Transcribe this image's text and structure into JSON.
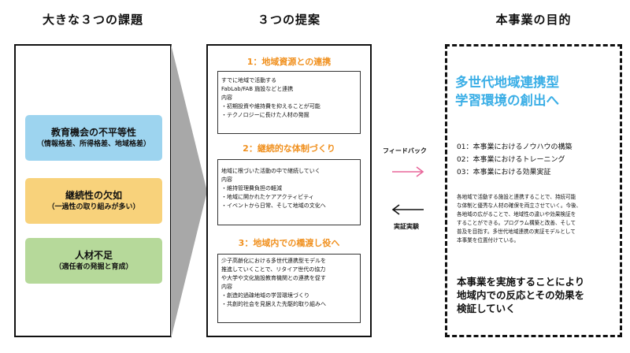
{
  "headings": {
    "issues": "大きな３つの課題",
    "proposals": "３つの提案",
    "purpose": "本事業の目的"
  },
  "issues": [
    {
      "title": "教育機会の不平等性",
      "sub": "（情報格差、所得格差、地域格差）",
      "color": "#9dd4ef"
    },
    {
      "title": "継続性の欠如",
      "sub": "（一過性の取り組みが多い）",
      "color": "#f8d27b"
    },
    {
      "title": "人材不足",
      "sub": "（適任者の発掘と育成）",
      "color": "#b6d99a"
    }
  ],
  "proposals": [
    {
      "title": "1：地域資源との連携",
      "lines": [
        "すでに地域で活動する",
        "FabLab/FAB 施設などと連携",
        "内容",
        "・初期投資や維持費を抑えることが可能",
        "・テクノロジーに長けた人材の発掘"
      ]
    },
    {
      "title": "2：継続的な体制づくり",
      "lines": [
        "地域に根づいた活動の中で継続していく",
        "内容",
        "・維持管理費負担の軽減",
        "・地域に開かれたケアアクティビティ",
        "・イベントから日常、そして地域の文化へ"
      ]
    },
    {
      "title": "3：地域内での橋渡し役へ",
      "lines": [
        "少子高齢化における多世代連携型モデルを",
        "推進していくことで、リタイア世代の協力",
        "や大学や文化施設教育機関との連携を促す",
        "内容",
        "・創造的過疎地域の学習環境づくり",
        "・共創的社会を見据えた先駆的取り組みへ"
      ]
    }
  ],
  "arrows": {
    "feedback_label": "フィードバック",
    "verification_label": "実証実験",
    "feedback_color": "#e8669a"
  },
  "purpose": {
    "title_lines": [
      "多世代地域連携型",
      "学習環境の創出へ"
    ],
    "title_color": "#3aaee6",
    "list": [
      "01：本事業におけるノウハウの構築",
      "02：本事業におけるトレーニング",
      "03：本事業における効果実証"
    ],
    "description_lines": [
      "各地域で活動する施設と連携することで、持続可能",
      "な体制と優秀な人材の確保を両立させていく。今後、",
      "各地域の広がることで、地域性の違いや効果検証を",
      "することができる。プログラム構築と改善、そして",
      "普及を目指す。多世代地域連携の実証モデルとして",
      "本事業を位置付けている。"
    ],
    "conclusion_lines": [
      "本事業を実施することにより",
      "地域内での反応とその効果を",
      "検証していく"
    ]
  }
}
